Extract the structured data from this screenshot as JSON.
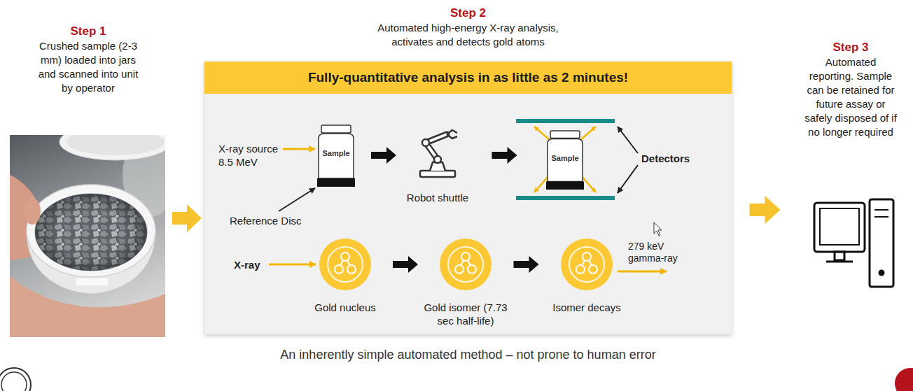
{
  "diagram": {
    "caption": "An inherently simple automated method – not prone to human error",
    "nodes": [
      {
        "text": [
          "Step 1",
          "Crushed sample (2-3 mm) loaded into jars and scanned into unit by operator"
        ]
      },
      {
        "text": [
          "Step 2",
          "Automated high-energy X-ray analysis, activates and detects gold atoms"
        ]
      },
      {
        "text": [
          "Fully-quantitative analysis in as little as 2 minutes!"
        ],
        "in": 1
      },
      {
        "text": [
          "Sample"
        ],
        "in": 1
      },
      {
        "text": [
          "Robot shuttle"
        ],
        "in": 1
      },
      {
        "text": [
          "Sample"
        ],
        "in": 1
      },
      {
        "text": [
          "Gold nucleus"
        ],
        "in": 1
      },
      {
        "text": [
          "Gold isomer (7.73 sec half-life)"
        ],
        "in": 1
      },
      {
        "text": [
          "Isomer decays"
        ],
        "in": 1
      },
      {
        "text": [
          "Step 3",
          "Automated reporting. Sample can be retained for future assay or safely disposed of if no longer required"
        ]
      }
    ],
    "edges": [
      {
        "from": 0,
        "to": 1,
        "arrow": "to"
      },
      {
        "from": 1,
        "to": 9,
        "arrow": "to"
      },
      {
        "from": 3,
        "to": 4,
        "arrow": "to"
      },
      {
        "from": 4,
        "to": 5,
        "arrow": "to"
      },
      {
        "from": 6,
        "to": 7,
        "arrow": "to"
      },
      {
        "from": 7,
        "to": 8,
        "arrow": "to"
      }
    ],
    "labels": [
      "X-ray source 8.5 MeV",
      "Reference Disc",
      "Detectors",
      "X-ray",
      "279 keV gamma-ray"
    ]
  }
}
